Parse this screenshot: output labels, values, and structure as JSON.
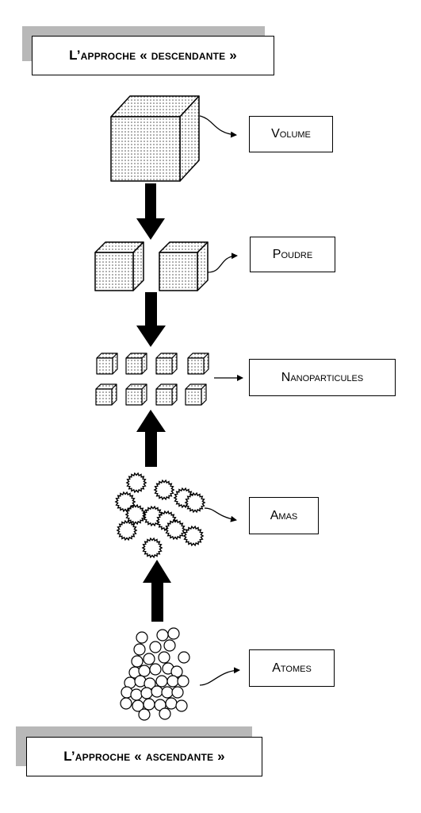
{
  "titles": {
    "top": "L’approche « descendante »",
    "bottom": "L’approche « ascendante »"
  },
  "labels": {
    "volume": "Volume",
    "poudre": "Poudre",
    "nanoparticules": "Nanoparticules",
    "amas": "Amas",
    "atomes": "Atomes"
  }
}
